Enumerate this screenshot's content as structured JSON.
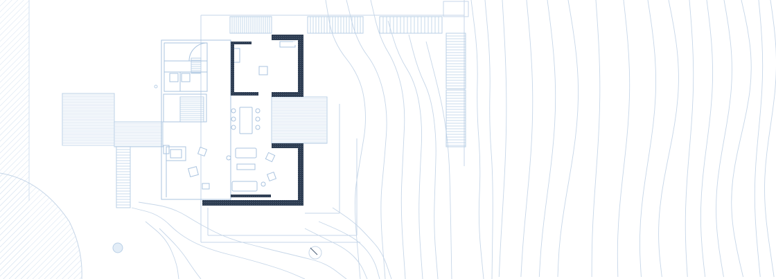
{
  "title": "",
  "colors": {
    "background": "#ffffff",
    "line": "#b8cfe6",
    "line_strong": "#8fb0d4",
    "wall": "#2e3d52",
    "hatch": "#d3e1f0",
    "contour": "#c6d6e8"
  },
  "elements": {
    "walls": "thick-exterior-walls",
    "decks": "timber-decks",
    "stairs": "staircases",
    "furniture": "furniture-blocks",
    "terrain": "contour-lines",
    "trees": "tree-symbols"
  }
}
